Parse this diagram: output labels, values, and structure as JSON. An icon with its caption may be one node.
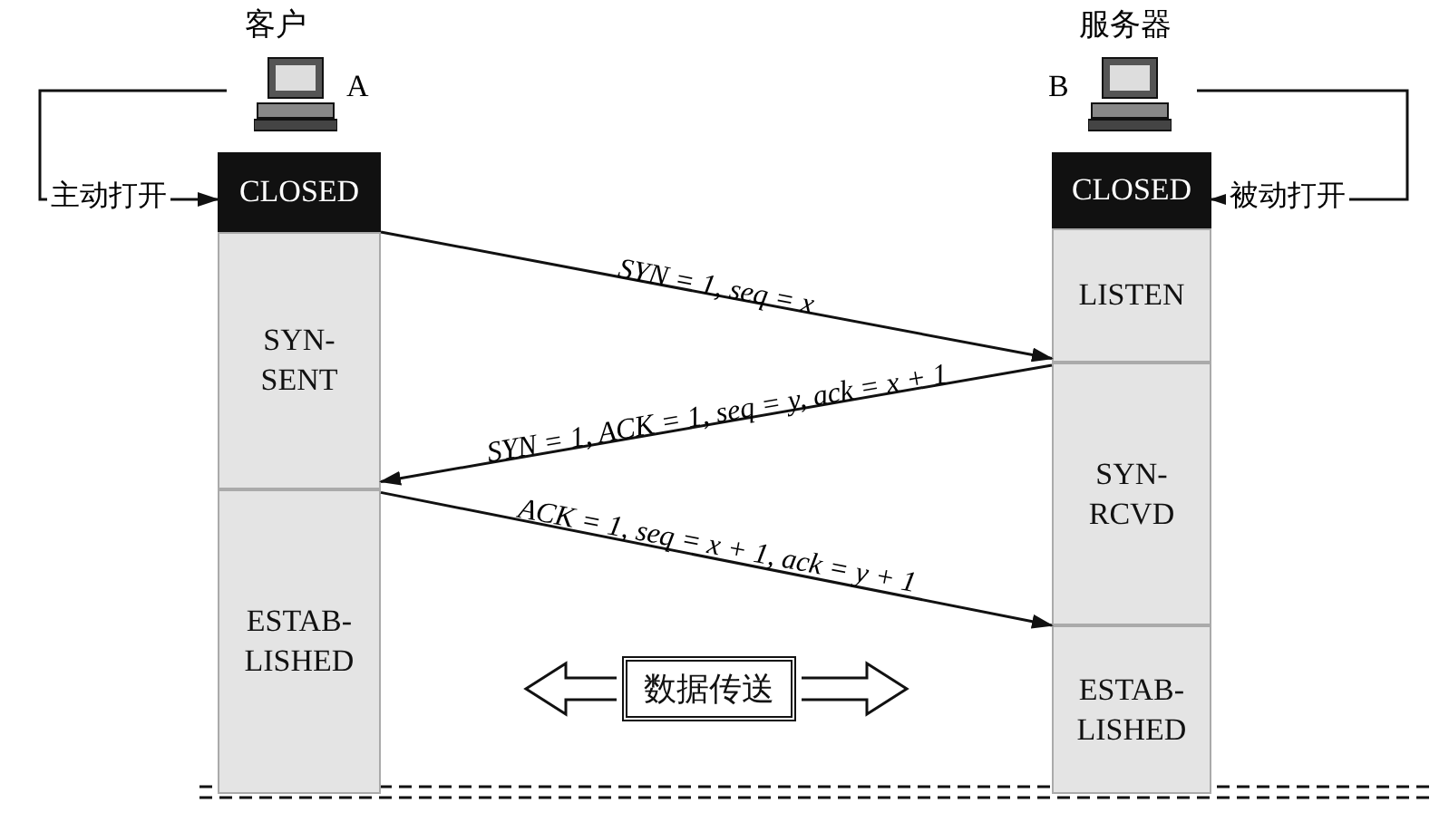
{
  "diagram": {
    "nodes": [
      {
        "text": [
          "客户",
          "A"
        ]
      },
      {
        "text": [
          "CLOSED"
        ]
      },
      {
        "text": [
          "SYN- SENT"
        ]
      },
      {
        "text": [
          "ESTAB- LISHED"
        ]
      },
      {
        "text": [
          "服务器",
          "B"
        ]
      },
      {
        "text": [
          "CLOSED"
        ]
      },
      {
        "text": [
          "LISTEN"
        ]
      },
      {
        "text": [
          "SYN- RCVD"
        ]
      },
      {
        "text": [
          "ESTAB- LISHED"
        ]
      },
      {
        "text": [
          "数据传送"
        ]
      }
    ],
    "edges": [
      {
        "from": 0,
        "to": 1,
        "arrow": "to",
        "label": "主动打开"
      },
      {
        "from": 4,
        "to": 5,
        "arrow": "to",
        "label": "被动打开"
      },
      {
        "from": 1,
        "to": 6,
        "arrow": "to",
        "label": "SYN = 1, seq = x"
      },
      {
        "from": 7,
        "to": 2,
        "arrow": "to",
        "label": "SYN = 1, ACK = 1, seq = y, ack = x + 1"
      },
      {
        "from": 3,
        "to": 8,
        "arrow": "to",
        "label": "ACK = 1, seq = x + 1, ack = y + 1"
      }
    ]
  }
}
